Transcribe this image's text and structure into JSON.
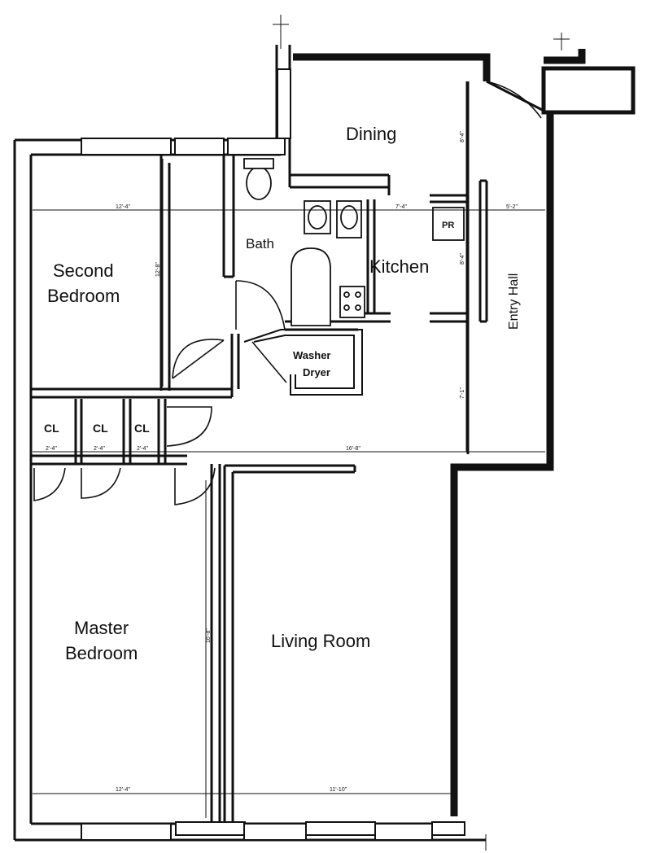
{
  "rooms": {
    "dining": "Dining",
    "bath": "Bath",
    "kitchen": "Kitchen",
    "second_bedroom_line1": "Second",
    "second_bedroom_line2": "Bedroom",
    "entry_hall": "Entry Hall",
    "washer_line1": "Washer",
    "washer_line2": "Dryer",
    "powder_room": "PR",
    "closet_1": "CL",
    "closet_2": "CL",
    "closet_3": "CL",
    "master_bedroom_line1": "Master",
    "master_bedroom_line2": "Bedroom",
    "living_room": "Living Room"
  },
  "dimensions": {
    "second_bedroom_width": "12'-4\"",
    "second_bedroom_depth": "12'-8\"",
    "kitchen_width": "7'-4\"",
    "entry_width": "5'-2\"",
    "dining_depth": "8'-4\"",
    "kitchen_depth": "8'-4\"",
    "hall_depth": "7'-1\"",
    "closet_1_width": "2'-4\"",
    "closet_2_width": "2'-4\"",
    "closet_3_width": "2'-4\"",
    "hall_length": "16'-8\"",
    "master_bedroom_depth": "16'-8\"",
    "master_bedroom_width": "12'-4\"",
    "living_room_width": "11'-10\""
  },
  "colors": {
    "line": "#111111",
    "background": "#ffffff"
  }
}
